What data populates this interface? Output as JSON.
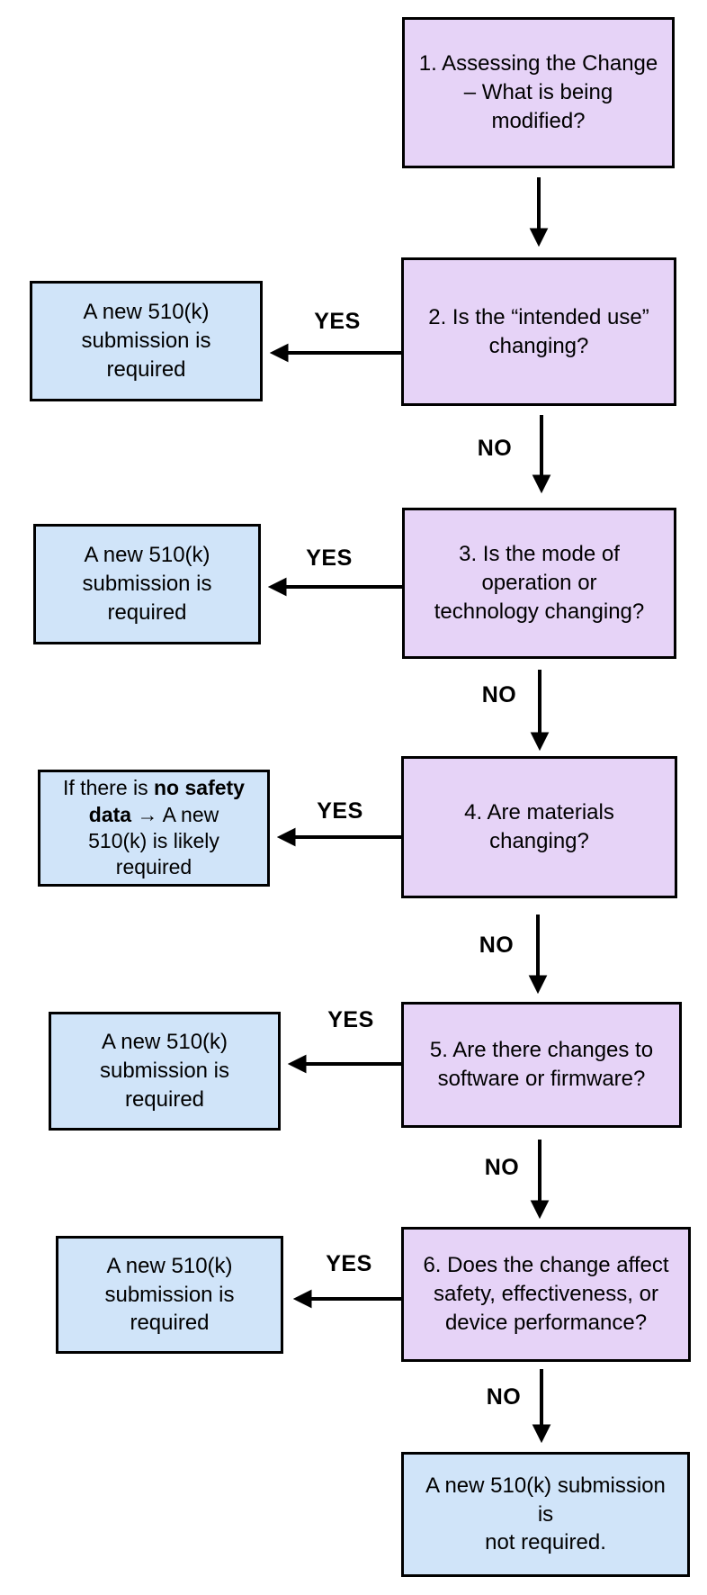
{
  "flowchart": {
    "background_color": "#ffffff",
    "colors": {
      "question_fill": "#E6D3F7",
      "result_fill": "#D0E4F9",
      "border": "#000000",
      "text": "#000000",
      "arrow": "#000000"
    },
    "nodes": {
      "q1": {
        "lines": [
          "1. Assessing the Change",
          "– What is being",
          "modified?"
        ]
      },
      "q2": {
        "lines": [
          "2. Is the “intended use”",
          "changing?"
        ]
      },
      "q3": {
        "lines": [
          "3. Is the mode of",
          "operation or",
          "technology changing?"
        ]
      },
      "q4": {
        "lines": [
          "4. Are materials",
          "changing?"
        ]
      },
      "q5": {
        "lines": [
          "5. Are there changes to",
          "software or firmware?"
        ]
      },
      "q6": {
        "lines": [
          "6. Does the change affect",
          "safety, effectiveness, or",
          "device performance?"
        ]
      },
      "r2": {
        "lines": [
          "A new 510(k)",
          "submission is",
          "required"
        ]
      },
      "r3": {
        "lines": [
          "A new 510(k)",
          "submission is",
          "required"
        ]
      },
      "r4": {
        "line1_prefix": "If there is ",
        "line1_bold": "no safety",
        "line2_bold": "data",
        "line2_rest": " → A new",
        "line3": "510(k) is likely",
        "line4": "required"
      },
      "r5": {
        "lines": [
          "A new 510(k)",
          "submission is",
          "required"
        ]
      },
      "r6": {
        "lines": [
          "A new 510(k)",
          "submission is",
          "required"
        ]
      },
      "end": {
        "lines": [
          "A new 510(k) submission",
          "is",
          "not required."
        ]
      }
    },
    "edges": {
      "q2_r2": "YES",
      "q2_q3": "NO",
      "q3_r3": "YES",
      "q3_q4": "NO",
      "q4_r4": "YES",
      "q4_q5": "NO",
      "q5_r5": "YES",
      "q5_q6": "NO",
      "q6_r6": "YES",
      "q6_end": "NO"
    }
  }
}
